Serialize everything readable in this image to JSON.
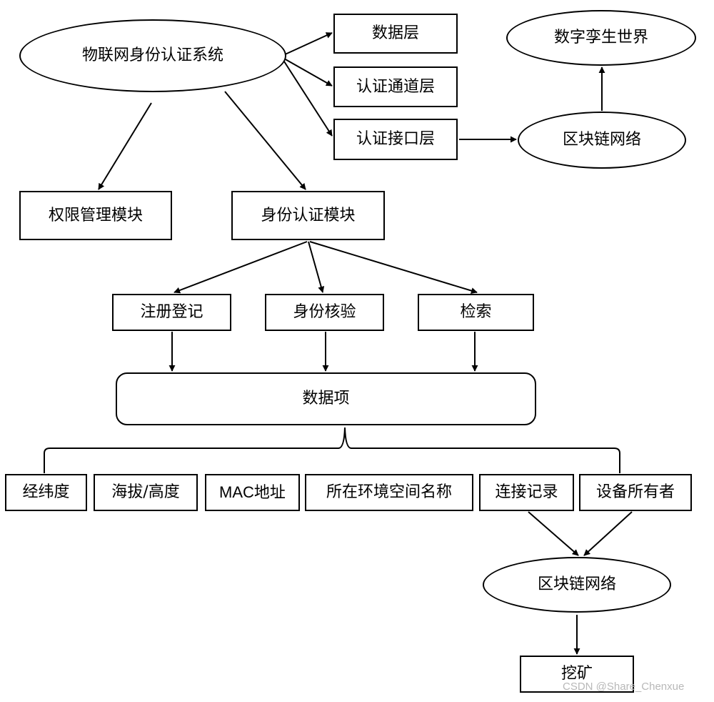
{
  "nodes": {
    "iot_auth_system": "物联网身份认证系统",
    "data_layer": "数据层",
    "auth_channel_layer": "认证通道层",
    "auth_interface_layer": "认证接口层",
    "digital_twin_world": "数字孪生世界",
    "blockchain_network_top": "区块链网络",
    "permission_module": "权限管理模块",
    "identity_auth_module": "身份认证模块",
    "registration": "注册登记",
    "identity_verification": "身份核验",
    "retrieval": "检索",
    "data_items": "数据项",
    "longitude_latitude": "经纬度",
    "altitude_height": "海拔/高度",
    "mac_address": "MAC地址",
    "environment_space_name": "所在环境空间名称",
    "connection_record": "连接记录",
    "device_owner": "设备所有者",
    "blockchain_network_bottom": "区块链网络",
    "mining": "挖矿"
  },
  "watermark": "CSDN @Share_Chenxue"
}
